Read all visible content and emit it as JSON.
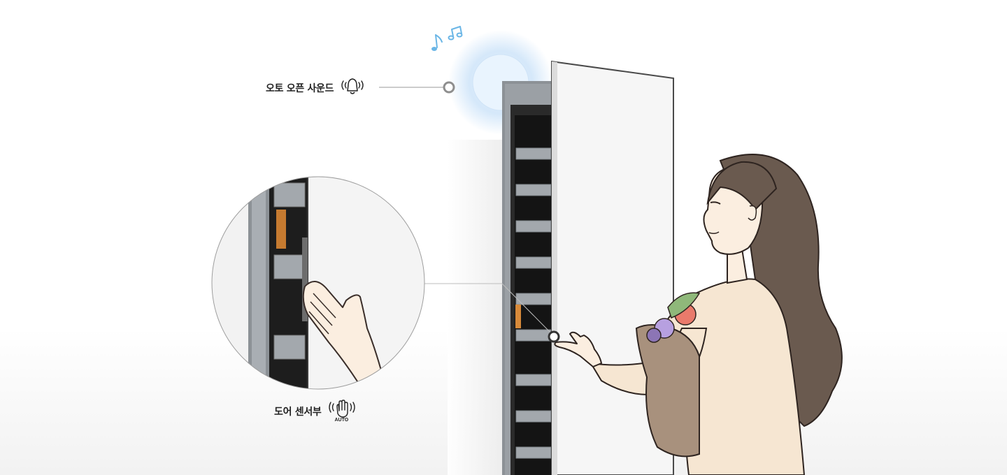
{
  "callouts": {
    "auto_open_sound": {
      "label": "오토 오픈 사운드",
      "icon": "bell-sound-icon"
    },
    "door_sensor": {
      "label": "도어 센서부",
      "icon": "hand-touch-auto-icon",
      "icon_caption": "AUTO"
    }
  },
  "decor": {
    "music_notes_icon": "music-notes-icon",
    "note_color": "#6bb6e6",
    "sound_glow_color": "#cfe6fb"
  },
  "colors": {
    "label_text": "#222222",
    "fridge_body": "#8c9196",
    "fridge_inner": "#141414",
    "shelf": "#a3a8ad",
    "door_panel": "#f6f6f6",
    "accent_light": "#d88a3a",
    "hair": "#6a5a4f",
    "skin": "#fbeee0",
    "sweater": "#f6e6d2"
  }
}
